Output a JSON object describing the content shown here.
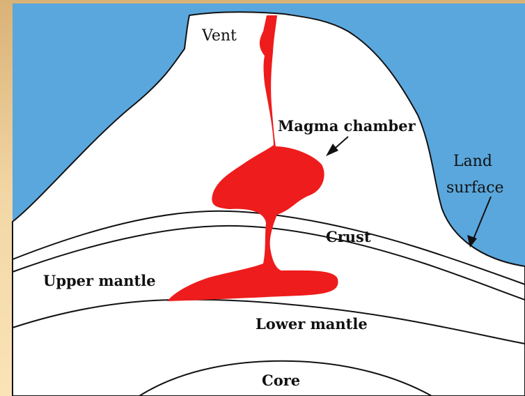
{
  "diagram": {
    "labels": {
      "vent": "Vent",
      "magma_chamber": "Magma chamber",
      "land": "Land",
      "surface": "surface",
      "crust": "Crust",
      "upper_mantle": "Upper mantle",
      "lower_mantle": "Lower mantle",
      "core": "Core"
    },
    "colors": {
      "frame_border": "#e8c890",
      "sky": "#5aa7dd",
      "ground": "#ffffff",
      "magma": "#ee1c1c",
      "outline": "#111111"
    }
  }
}
